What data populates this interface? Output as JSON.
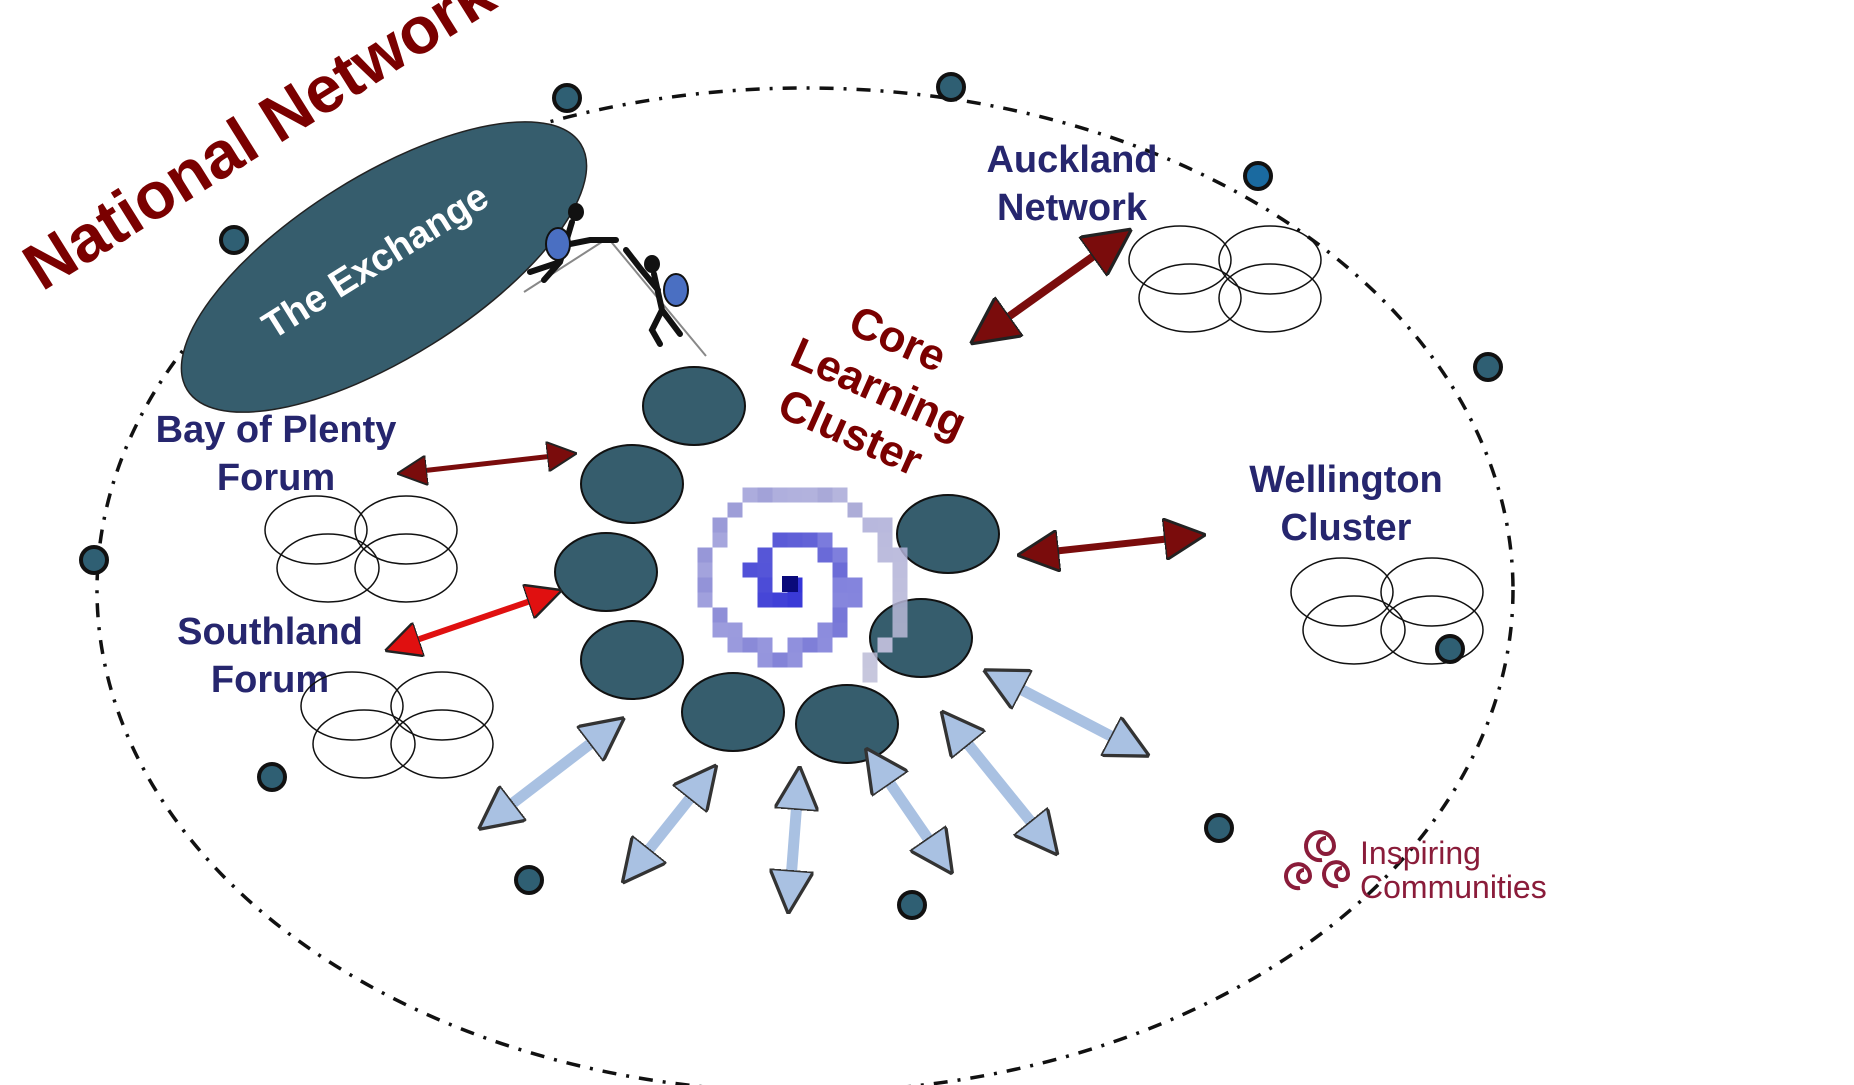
{
  "title": "National Network",
  "exchange_label": "The Exchange",
  "core_label": [
    "Core",
    "Learning",
    "Cluster"
  ],
  "regions": [
    {
      "id": "auckland",
      "lines": [
        "Auckland",
        "Network"
      ]
    },
    {
      "id": "bop",
      "lines": [
        "Bay of Plenty",
        "Forum"
      ]
    },
    {
      "id": "southland",
      "lines": [
        "Southland",
        "Forum"
      ]
    },
    {
      "id": "wellington",
      "lines": [
        "Wellington",
        "Cluster"
      ]
    }
  ],
  "logo": {
    "line1": "Inspiring",
    "line2": "Communities"
  },
  "colors": {
    "title": "#7a0000",
    "region_text": "#26266e",
    "node_fill": "#365d6d",
    "dark_red_arrow": "#7a0c0c",
    "red_arrow": "#e01010",
    "blue_arrow": "#a9c1e2",
    "spiral": "#3a3ad0",
    "logo_text": "#8a1c3a"
  }
}
